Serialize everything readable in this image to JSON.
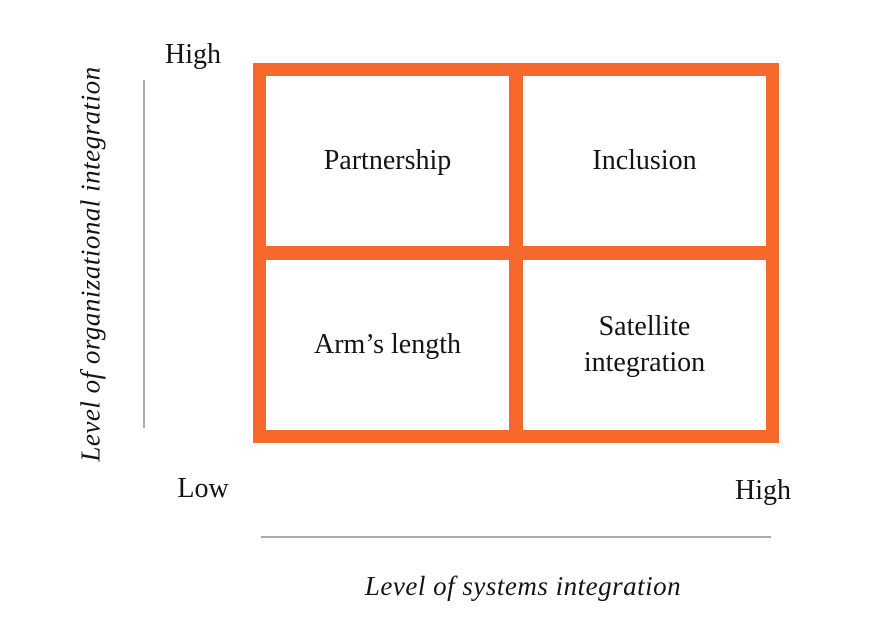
{
  "colors": {
    "grid_orange": "#F7682C",
    "axis_line_gray": "#ABABAB",
    "text_black": "#141414"
  },
  "y_axis": {
    "title": "Level of organizational integration",
    "high_label": "High",
    "low_label": "Low"
  },
  "x_axis": {
    "title": "Level of systems integration",
    "high_label": "High"
  },
  "matrix": {
    "top_left": "Partnership",
    "top_right": "Inclusion",
    "bottom_left": "Arm’s length",
    "bottom_right": "Satellite integration"
  }
}
